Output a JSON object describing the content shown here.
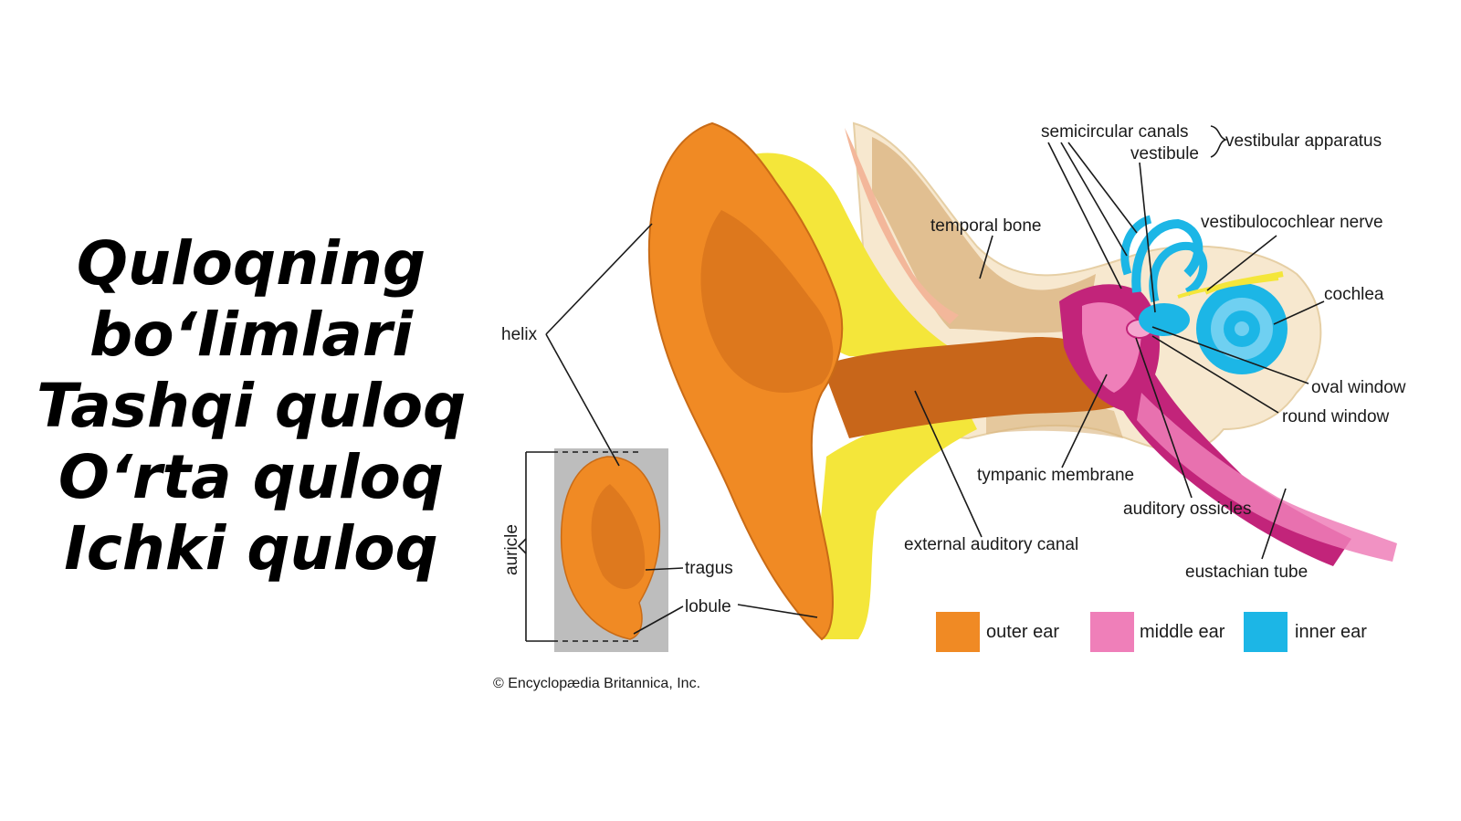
{
  "title": {
    "lines": [
      "Quloqning",
      "bo‘limlari",
      "Tashqi quloq",
      "O‘rta quloq",
      "Ichki quloq"
    ]
  },
  "diagram": {
    "labels": {
      "helix": "helix",
      "auricle": "auricle",
      "tragus": "tragus",
      "lobule": "lobule",
      "semicircular_canals": "semicircular canals",
      "vestibule": "vestibule",
      "vestibular_apparatus": "vestibular apparatus",
      "temporal_bone": "temporal bone",
      "vestibulocochlear_nerve": "vestibulocochlear nerve",
      "cochlea": "cochlea",
      "oval_window": "oval window",
      "round_window": "round window",
      "tympanic_membrane": "tympanic membrane",
      "auditory_ossicles": "auditory ossicles",
      "external_auditory_canal": "external auditory canal",
      "eustachian_tube": "eustachian tube"
    },
    "legend": [
      {
        "label": "outer ear",
        "color": "#f08a24"
      },
      {
        "label": "middle ear",
        "color": "#ef7fb9"
      },
      {
        "label": "inner ear",
        "color": "#1cb6e6"
      }
    ],
    "credit": "© Encyclopædia Britannica, Inc."
  }
}
